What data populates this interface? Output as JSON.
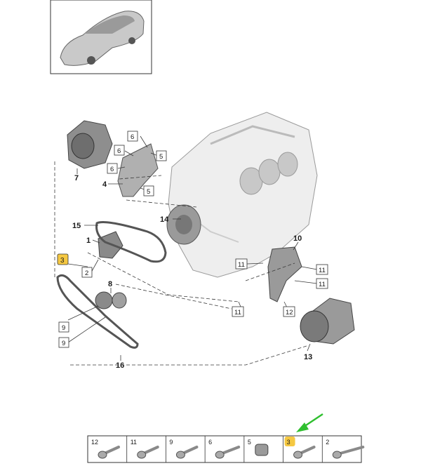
{
  "callouts": {
    "c7": "7",
    "c4": "4",
    "c14": "14",
    "c15": "15",
    "c1": "1",
    "c8": "8",
    "c16": "16",
    "c10": "10",
    "c13": "13"
  },
  "boxed": {
    "b6a": "6",
    "b6b": "6",
    "b6c": "6",
    "b5a": "5",
    "b5b": "5",
    "b2": "2",
    "b9a": "9",
    "b9b": "9",
    "b11a": "11",
    "b11b": "11",
    "b11c": "11",
    "b11d": "11",
    "b12": "12"
  },
  "highlighted": {
    "h3": "3"
  },
  "parts_strip": [
    "12",
    "11",
    "9",
    "6",
    "5",
    "3",
    "2"
  ],
  "colors": {
    "highlight": "#f5c842",
    "arrow": "#2fbf2f",
    "line": "#3a3a3a"
  }
}
